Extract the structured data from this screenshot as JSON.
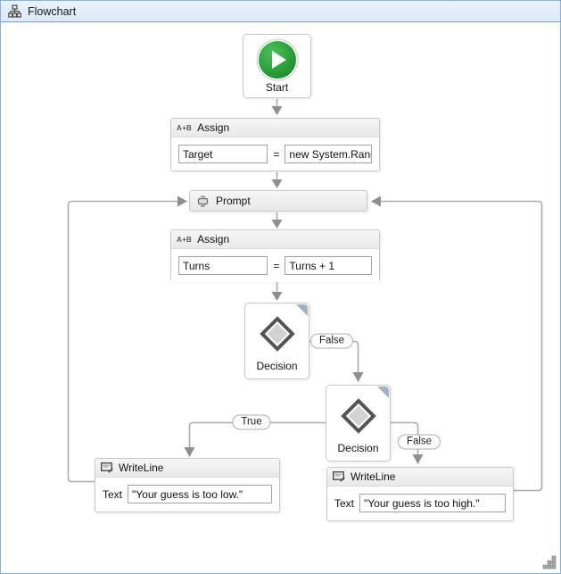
{
  "header": {
    "title": "Flowchart"
  },
  "nodes": {
    "start": {
      "label": "Start"
    },
    "assign_target": {
      "icon": "A+B",
      "title": "Assign",
      "to": "Target",
      "eq": "=",
      "value": "new System.Random"
    },
    "prompt": {
      "title": "Prompt"
    },
    "assign_turns": {
      "icon": "A+B",
      "title": "Assign",
      "to": "Turns",
      "eq": "=",
      "value": "Turns + 1"
    },
    "decision_1": {
      "label": "Decision"
    },
    "decision_2": {
      "label": "Decision"
    },
    "writeline_low": {
      "title": "WriteLine",
      "field": "Text",
      "value": "\"Your guess is too low.\""
    },
    "writeline_high": {
      "title": "WriteLine",
      "field": "Text",
      "value": "\"Your guess is too high.\""
    }
  },
  "connector_labels": {
    "decision1_false": "False",
    "decision2_true": "True",
    "decision2_false": "False"
  },
  "colors": {
    "window_border": "#7EB3E8",
    "titlebar_bg": "#E3EEFA",
    "titlebar_border": "#6FA1D2",
    "connector_line": "#ABABAB",
    "arrowhead": "#8F8F8F",
    "start_green": "#27A233",
    "diamond_border": "#545454",
    "diamond_fill": "#D2D2D2",
    "adorner_blue_gray": "#A3B2C2"
  }
}
